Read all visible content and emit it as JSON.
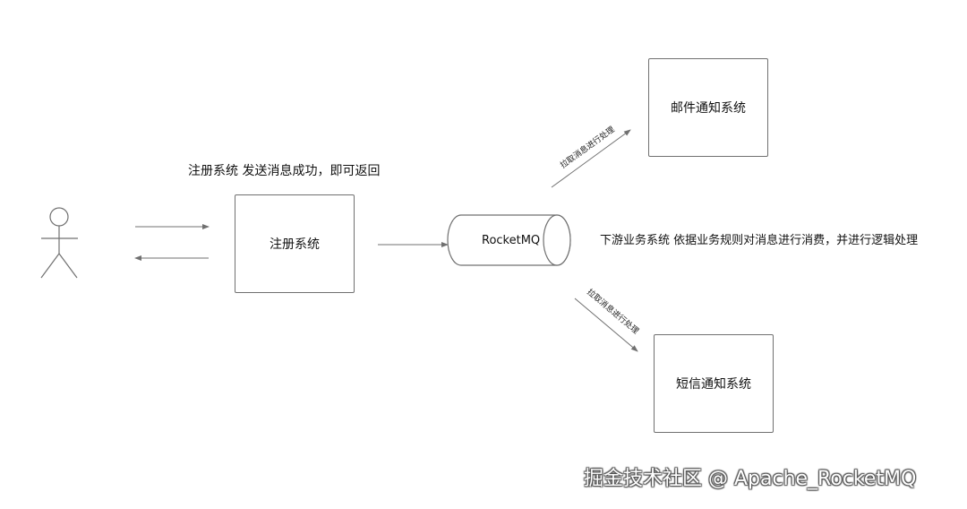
{
  "colors": {
    "background": "#ffffff",
    "line": "#707070",
    "text": "#111111",
    "watermark": "#ffffff",
    "watermark_shadow": "#555555"
  },
  "diagram": {
    "user_icon": "stick-figure-user-icon",
    "nodes": {
      "register_system": "注册系统",
      "rocketmq": "RocketMQ",
      "email_system": "邮件通知系统",
      "sms_system": "短信通知系统"
    },
    "annotations": {
      "register_success": "注册系统 发送消息成功，即可返回",
      "downstream": "下游业务系统 依据业务规则对消息进行消费，并进行逻辑处理"
    },
    "edges": {
      "pull_to_email": "拉取消息进行处理",
      "pull_to_sms": "拉取消息进行处理"
    }
  },
  "watermark": {
    "text": "掘金技术社区 @ Apache_RocketMQ"
  }
}
